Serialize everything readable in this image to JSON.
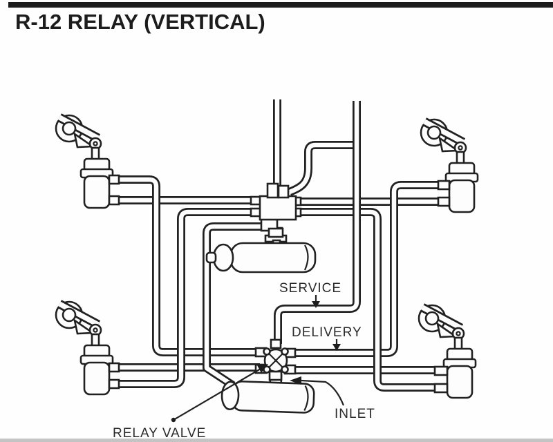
{
  "page": {
    "title": "R-12 RELAY (VERTICAL)"
  },
  "diagram": {
    "type": "technical-illustration",
    "subject": "air brake relay valve piping schematic (vertical R-12 relay)",
    "labels": {
      "service": "SERVICE",
      "delivery": "DELIVERY",
      "inlet": "INLET",
      "relay_valve": "RELAY VALVE"
    },
    "components": {
      "brake_chambers": 4,
      "air_reservoirs": 2,
      "valves": [
        "upper junction valve",
        "relay valve"
      ]
    },
    "colors": {
      "ink": "#212121",
      "paper": "#fefefe",
      "title_bar": "#111111",
      "scan_edge": "#c4c4c4"
    }
  }
}
